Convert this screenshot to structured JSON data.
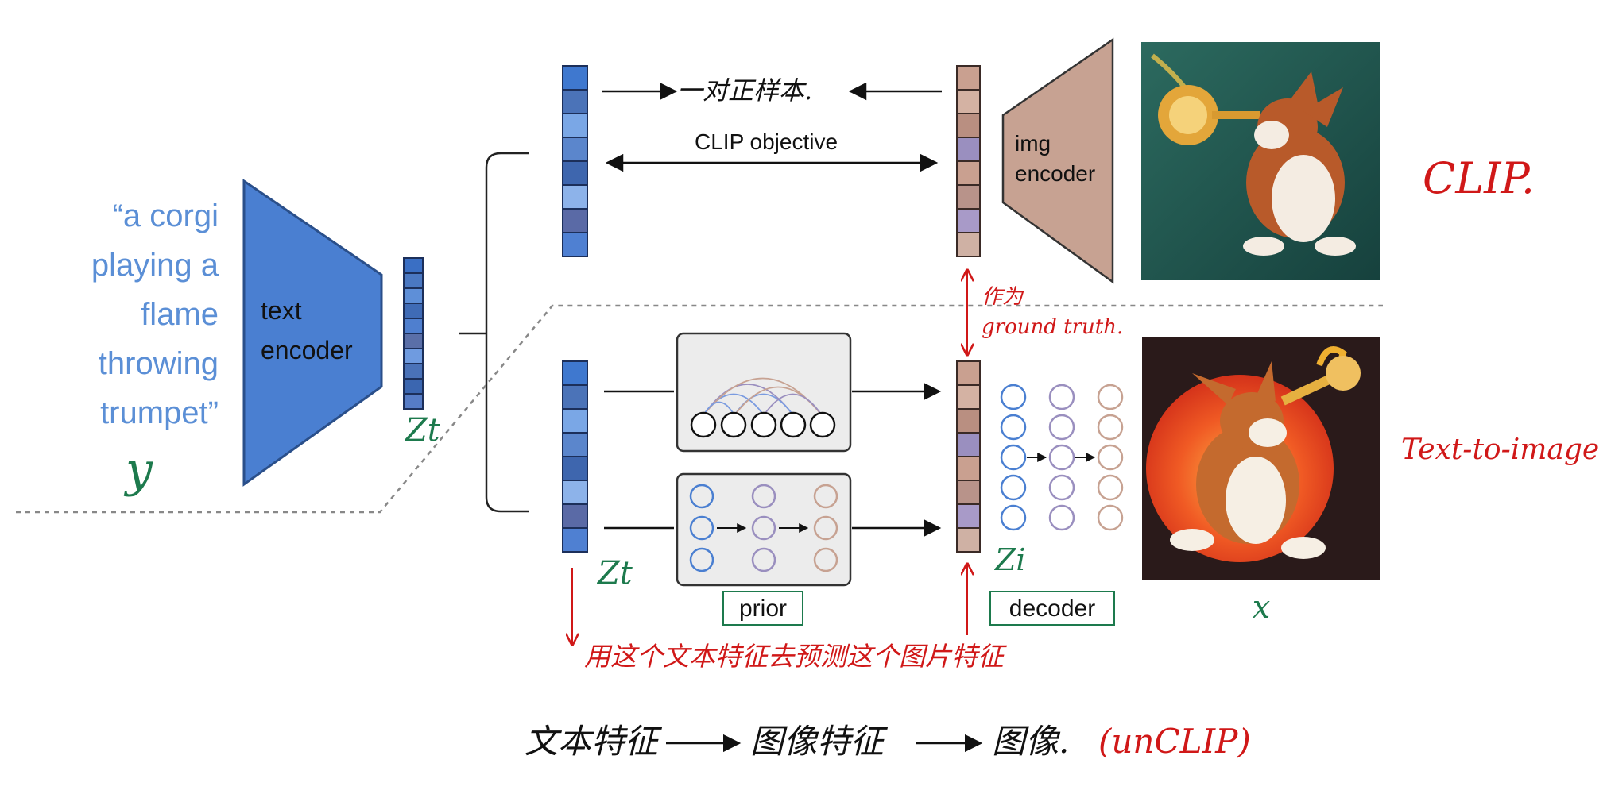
{
  "caption": {
    "line1": "“a corgi",
    "line2": "playing a",
    "line3": "flame",
    "line4": "throwing",
    "line5": "trumpet”",
    "var": "y"
  },
  "text_encoder": {
    "line1": "text",
    "line2": "encoder"
  },
  "img_encoder": {
    "line1": "img",
    "line2": "encoder"
  },
  "clip_objective": "CLIP objective",
  "z_t": "Zt",
  "z_i": "Zi",
  "x_label": "x",
  "prior_label": "prior",
  "decoder_label": "decoder",
  "annotations": {
    "positive_pair": "一对正样本.",
    "clip": "CLIP.",
    "ground_truth_1": "作为",
    "ground_truth_2": "ground truth.",
    "text_to_image": "Text-to-image",
    "predict": "用这个文本特征去预测这个图片特征",
    "pipeline_a": "文本特征",
    "pipeline_b": "图像特征",
    "pipeline_c": "图像.",
    "pipeline_d": "(unCLIP)"
  },
  "colors": {
    "caption_blue": "#5b8fd6",
    "encoder_blue": "#4a7fd1",
    "encoder_dark": "#2a4f8a",
    "img_encoder_brown": "#c7a292",
    "annot_red": "#d01818",
    "annot_green": "#1d7a4d"
  },
  "icons": {
    "img_top": "corgi-trumpet-painting",
    "img_bottom": "corgi-trumpet-sun-illustration"
  }
}
